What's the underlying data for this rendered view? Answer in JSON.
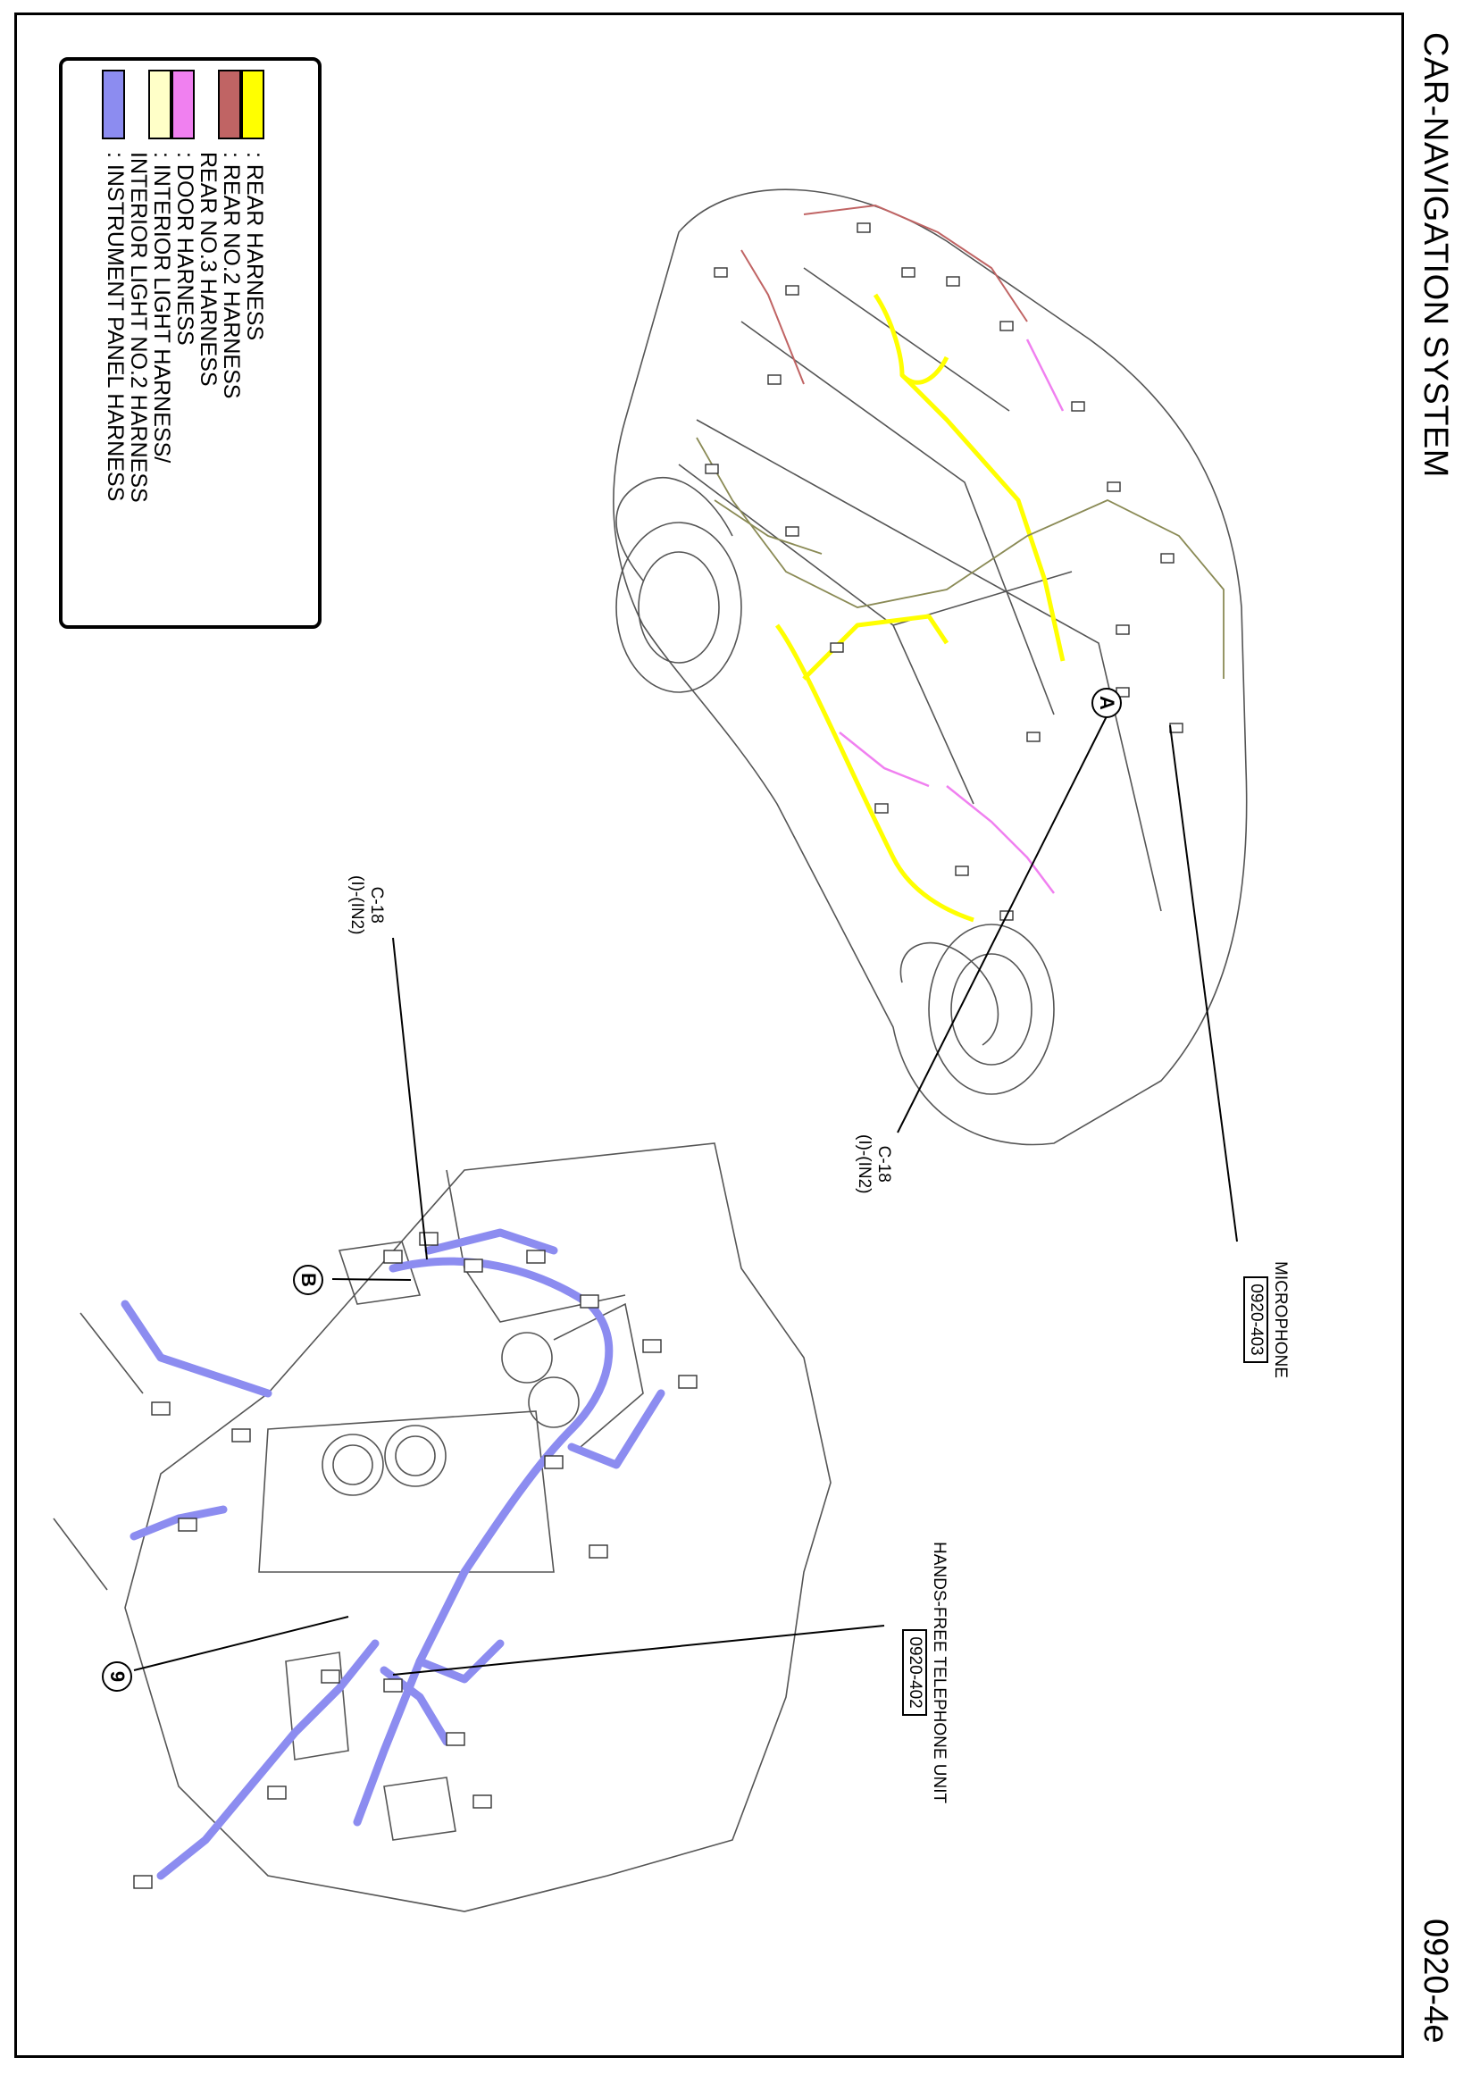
{
  "page": {
    "title": "CAR-NAVIGATION SYSTEM",
    "page_number": "0920-4e"
  },
  "legend": {
    "items": [
      {
        "label": ": REAR HARNESS",
        "colors": [
          "#ffff00",
          "#c06464"
        ]
      },
      {
        "label": ": REAR NO.2 HARNESS",
        "colors": []
      },
      {
        "label": "REAR NO.3 HARNESS",
        "colors": []
      },
      {
        "label": ": DOOR HARNESS",
        "colors": [
          "#f080f0"
        ]
      },
      {
        "label": ": INTERIOR LIGHT HARNESS/",
        "colors": [
          "#ffffc8"
        ]
      },
      {
        "label": "INTERIOR LIGHT NO.2 HARNESS",
        "colors": []
      },
      {
        "label": ": INSTRUMENT PANEL HARNESS",
        "colors": [
          "#8c8cf0"
        ]
      }
    ]
  },
  "callouts": {
    "microphone": {
      "name": "MICROPHONE",
      "code": "0920-403"
    },
    "hands_free": {
      "name": "HANDS-FREE TELEPHONE UNIT",
      "code": "0920-402"
    },
    "c18_car": {
      "line1": "C-18",
      "line2": "(I)-(IN2)"
    },
    "c18_panel": {
      "line1": "C-18",
      "line2": "(I)-(IN2)"
    },
    "marker_a": "A",
    "marker_b": "B",
    "marker_9": "9"
  },
  "colors": {
    "rear_harness": "#ffff00",
    "rear_no2_harness": "#c06464",
    "door_harness": "#f080f0",
    "interior_light_harness": "#ffffc8",
    "instrument_panel_harness": "#8c8cf0"
  }
}
